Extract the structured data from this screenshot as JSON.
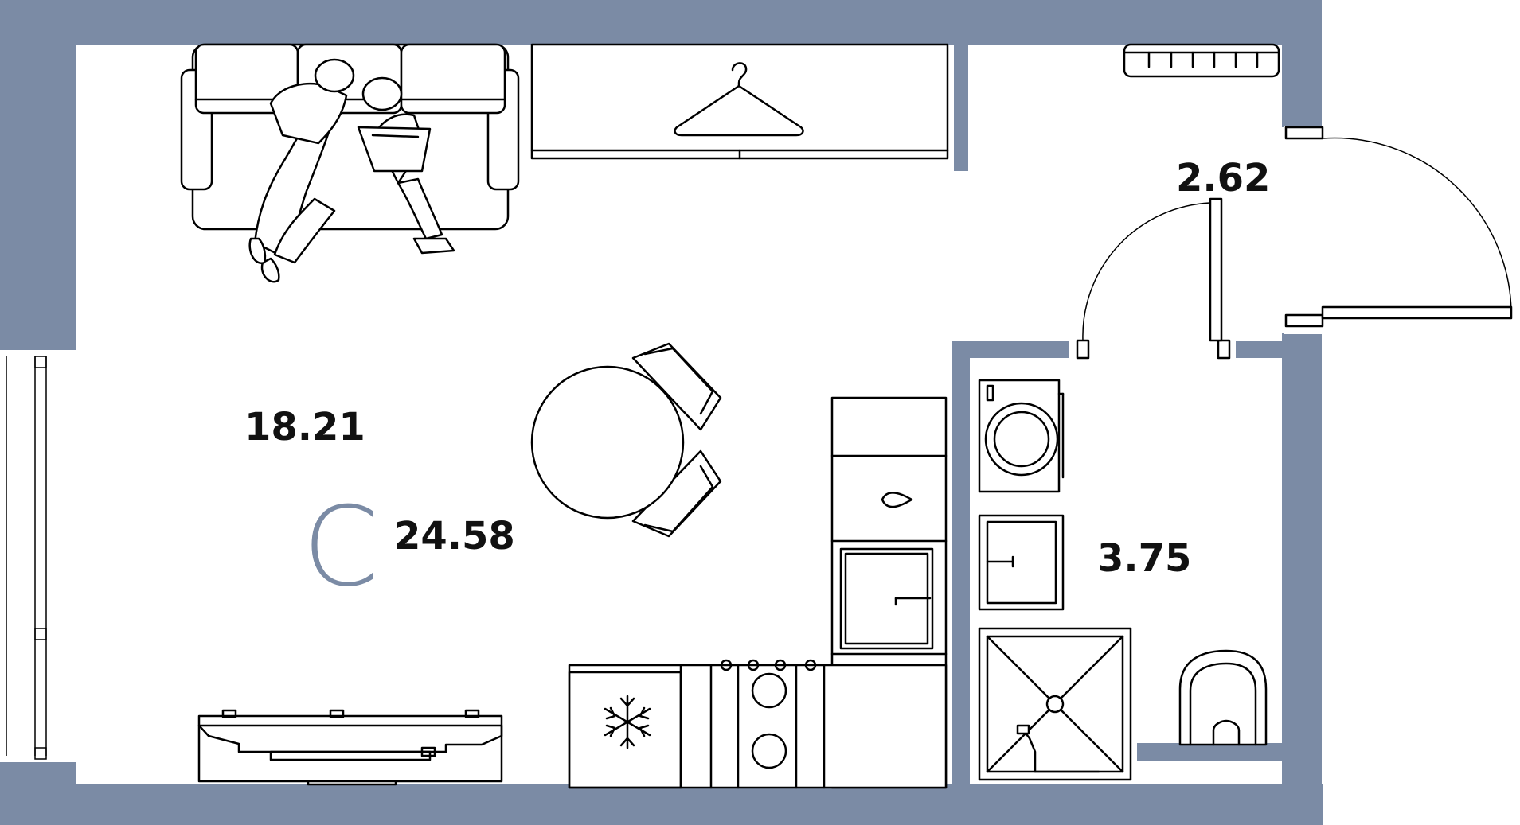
{
  "plan": {
    "type_letter": "С",
    "total_area": "24.58",
    "rooms": [
      {
        "id": "living",
        "area": "18.21"
      },
      {
        "id": "hall",
        "area": "2.62"
      },
      {
        "id": "bathroom",
        "area": "3.75"
      }
    ],
    "colors": {
      "wall": "#7b8ba5",
      "line": "#000000",
      "background": "#ffffff",
      "type_letter": "#7b8ba5"
    },
    "icons": [
      "sofa-icon",
      "people-with-laptop-icon",
      "wardrobe-icon",
      "hanger-icon",
      "radiator-icon",
      "round-table-icon",
      "chair-icon",
      "fridge-icon",
      "snowflake-icon",
      "stove-icon",
      "sink-icon",
      "oven-icon",
      "washing-machine-icon",
      "bathroom-sink-icon",
      "shower-icon",
      "toilet-icon",
      "tv-stand-icon",
      "window-icon",
      "door-icon"
    ]
  }
}
